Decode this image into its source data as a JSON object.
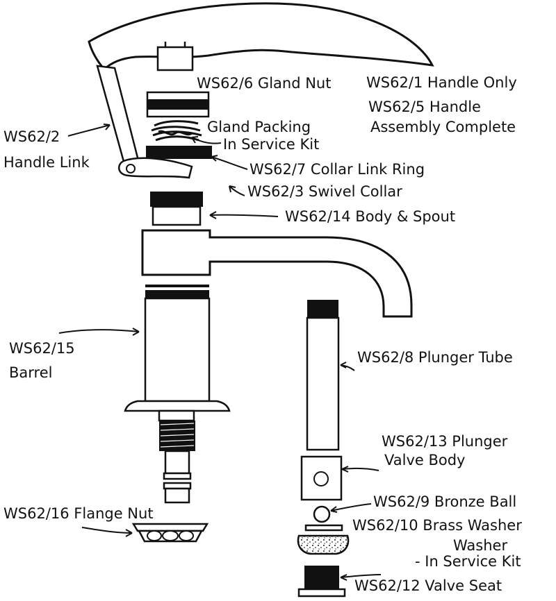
{
  "labels": {
    "handle_only": "WS62/1 Handle Only",
    "handle_assembly_1": "WS62/5 Handle",
    "handle_assembly_2": "Assembly Complete",
    "gland_nut": "WS62/6 Gland Nut",
    "handle_link_1": "WS62/2",
    "handle_link_2": "Handle Link",
    "gland_packing_1": "Gland Packing",
    "gland_packing_2": "In Service Kit",
    "collar_link_ring": "WS62/7 Collar Link Ring",
    "swivel_collar": "WS62/3 Swivel Collar",
    "body_spout": "WS62/14 Body & Spout",
    "barrel_1": "WS62/15",
    "barrel_2": "Barrel",
    "plunger_tube": "WS62/8 Plunger Tube",
    "plunger_valve_1": "WS62/13 Plunger",
    "plunger_valve_2": "Valve Body",
    "bronze_ball": "WS62/9 Bronze Ball",
    "flange_nut": "WS62/16 Flange Nut",
    "brass_washer": "WS62/10 Brass Washer",
    "washer": "Washer",
    "in_service_kit": "- In Service Kit",
    "valve_seat": "WS62/12 Valve Seat"
  }
}
